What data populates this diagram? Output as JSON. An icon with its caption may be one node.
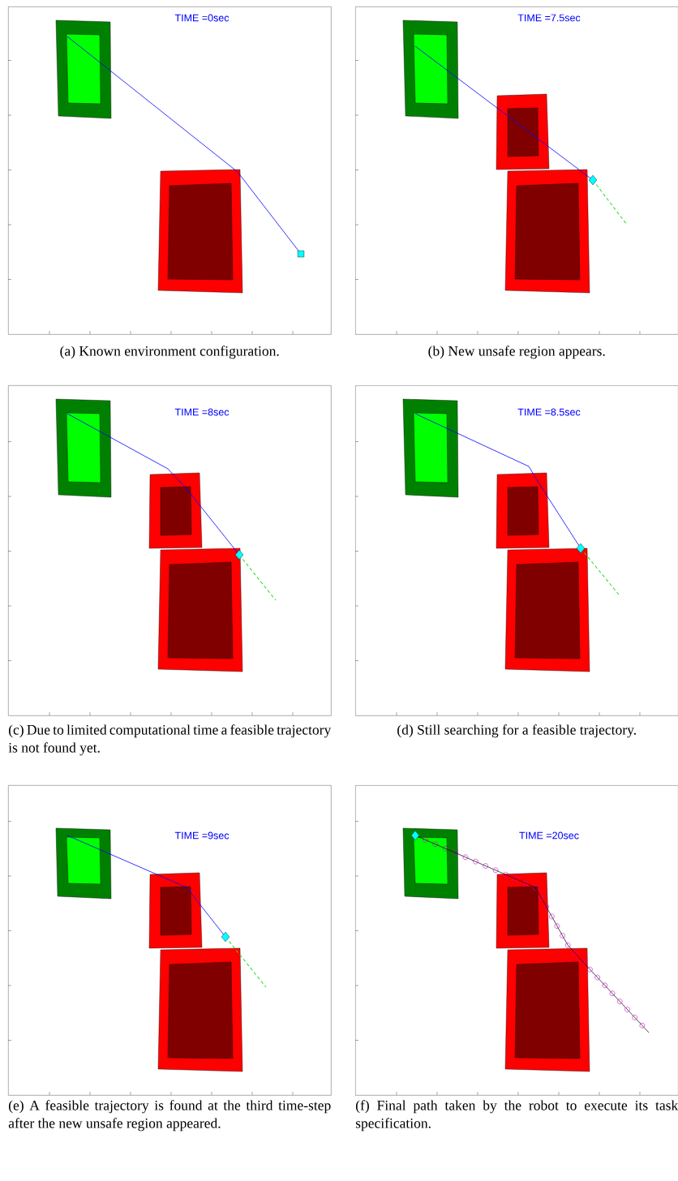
{
  "diagram": {
    "nodes": [
      {
        "text": [
          "TIME =0sec"
        ],
        "beside": [
          "(a) Known environment configuration."
        ]
      },
      {
        "text": [
          "TIME =7.5sec"
        ],
        "beside": [
          "(b) New unsafe region appears."
        ]
      },
      {
        "text": [
          "TIME =8sec"
        ],
        "beside": [
          "(c) Due to limited computational time a feasible trajectory is not found yet."
        ]
      },
      {
        "text": [
          "TIME =8.5sec"
        ],
        "beside": [
          "(d) Still searching for a feasible trajectory."
        ]
      },
      {
        "text": [
          "TIME =9sec"
        ],
        "beside": [
          "(e) A feasible trajectory is found at the third time-step after the new unsafe region appeared."
        ]
      },
      {
        "text": [
          "TIME =20sec"
        ],
        "beside": [
          "(f) Final path taken by the robot to execute its task specification."
        ]
      }
    ]
  }
}
